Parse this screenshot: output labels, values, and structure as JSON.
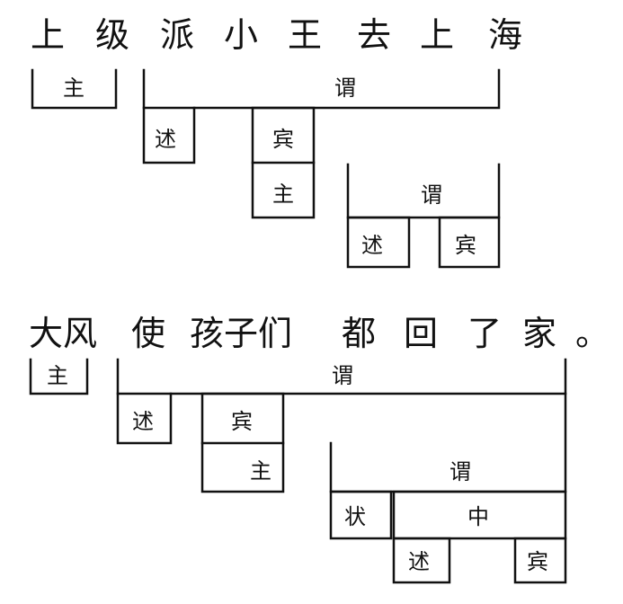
{
  "sentence1": {
    "words": [
      "上",
      "级",
      "派",
      "小",
      "王",
      "去",
      "上",
      "海"
    ],
    "labels": {
      "subject": "主",
      "predicate": "谓",
      "verb": "述",
      "object": "宾",
      "pivot_subject": "主",
      "inner_predicate": "谓",
      "inner_verb": "述",
      "inner_object": "宾"
    }
  },
  "sentence2": {
    "words": [
      "大风",
      "使",
      "孩子们",
      "都",
      "回",
      "了",
      "家",
      "。"
    ],
    "labels": {
      "subject": "主",
      "predicate": "谓",
      "verb": "述",
      "object": "宾",
      "pivot_subject": "主",
      "inner_predicate": "谓",
      "adverbial": "状",
      "head": "中",
      "head_verb": "述",
      "head_object": "宾"
    }
  }
}
